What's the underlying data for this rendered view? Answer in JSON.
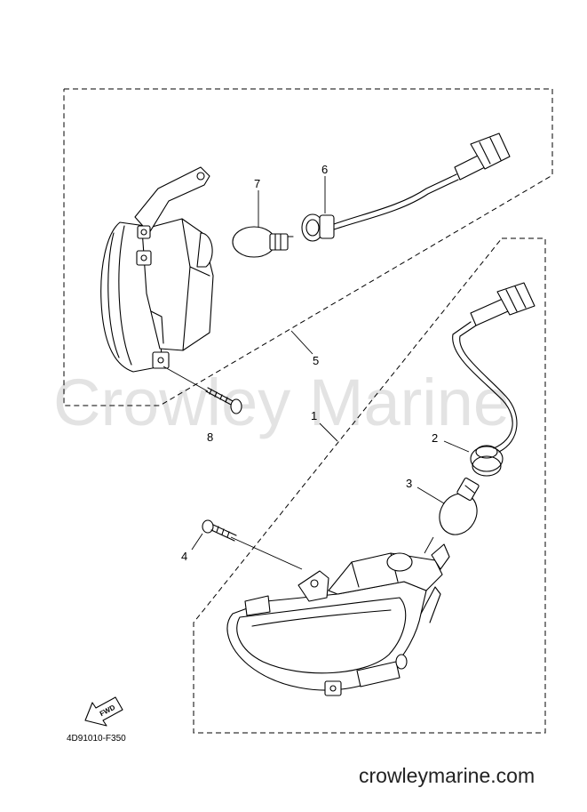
{
  "watermark": "Crowley Marine",
  "website": "crowleymarine.com",
  "diagram_code": "4D91010-F350",
  "fwd_label": "FWD",
  "callouts": [
    "1",
    "2",
    "3",
    "4",
    "5",
    "6",
    "7",
    "8"
  ]
}
